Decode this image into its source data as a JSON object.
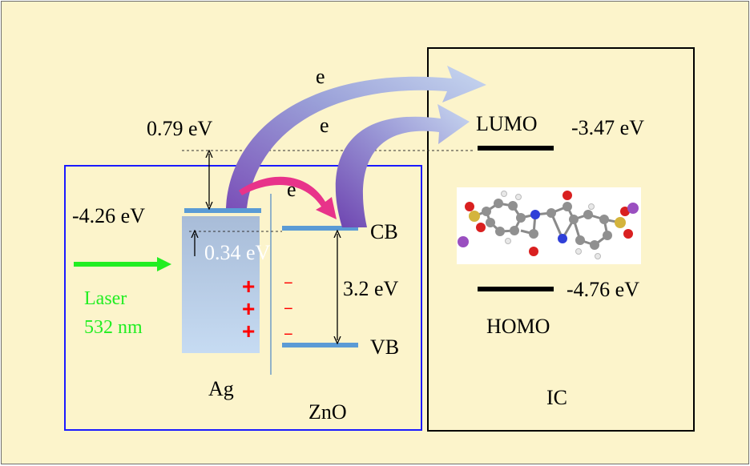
{
  "labels": {
    "e_top": "e",
    "e_mid": "e",
    "e_small": "e",
    "gap_079": "0.79 eV",
    "ag_level": "-4.26 eV",
    "gap_034": "0.34 eV",
    "lumo": "LUMO",
    "lumo_energy": "-3.47 eV",
    "homo": "HOMO",
    "homo_energy": "-4.76 eV",
    "cb": "CB",
    "vb": "VB",
    "bandgap": "3.2 eV",
    "laser_line1": "Laser",
    "laser_line2": "532 nm",
    "ag": "Ag",
    "zno": "ZnO",
    "ic": "IC"
  },
  "charges": {
    "plus": "+",
    "minus": "−"
  },
  "colors": {
    "background": "#fcf4cb",
    "ag_zno_box": "#1a1aff",
    "ic_box": "#000000",
    "band_level": "#5b9bd5",
    "laser_arrow": "#22ee22",
    "charge": "#ff0000",
    "small_arrow": "#e8338a",
    "big_arrow_start": "#7a4fb8",
    "big_arrow_end": "#c8d8f0"
  }
}
